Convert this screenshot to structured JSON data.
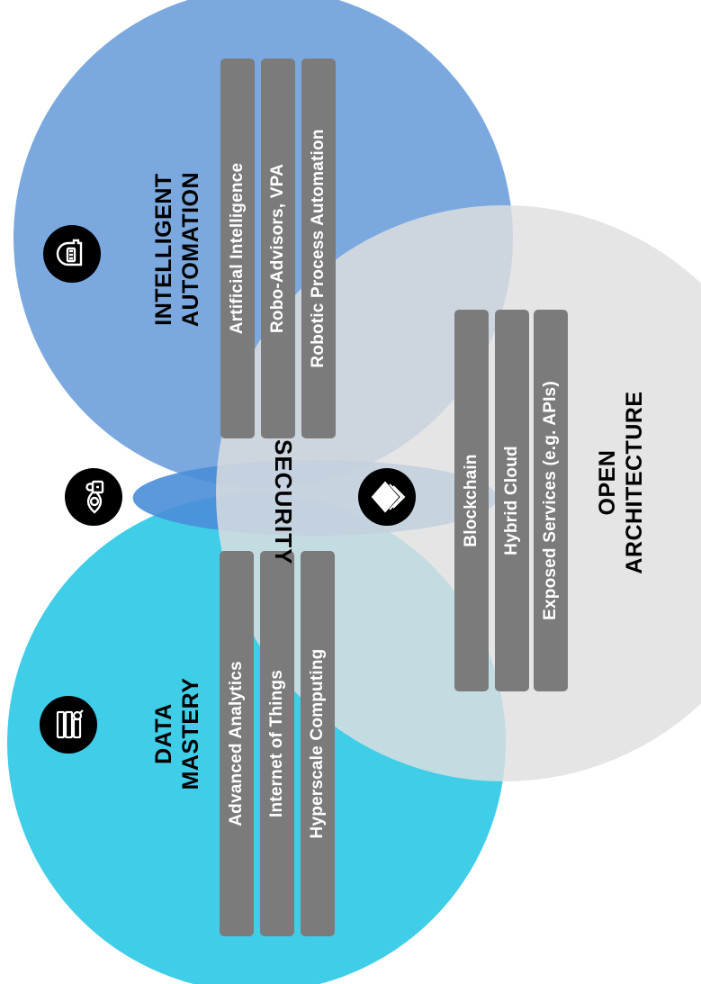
{
  "intelligent_automation": {
    "heading_line1": "INTELLIGENT",
    "heading_line2": "AUTOMATION",
    "items": [
      "Artificial Intelligence",
      "Robo-Advisors, VPA",
      "Robotic Process Automation"
    ],
    "icon": "robot-head-icon",
    "color": "#7ba9df"
  },
  "data_mastery": {
    "heading_line1": "DATA",
    "heading_line2": "MASTERY",
    "items": [
      "Advanced Analytics",
      "Internet of Things",
      "Hyperscale Computing"
    ],
    "icon": "server-search-icon",
    "color": "#40cde8"
  },
  "open_architecture": {
    "heading_line1": "OPEN",
    "heading_line2": "ARCHITECTURE",
    "items": [
      "Blockchain",
      "Hybrid Cloud",
      "Exposed Services (e.g. APIs)"
    ],
    "icon": "stacked-layers-icon",
    "color": "#dfdfdf"
  },
  "security": {
    "label": "SECURITY",
    "icon": "eye-lock-icon"
  }
}
